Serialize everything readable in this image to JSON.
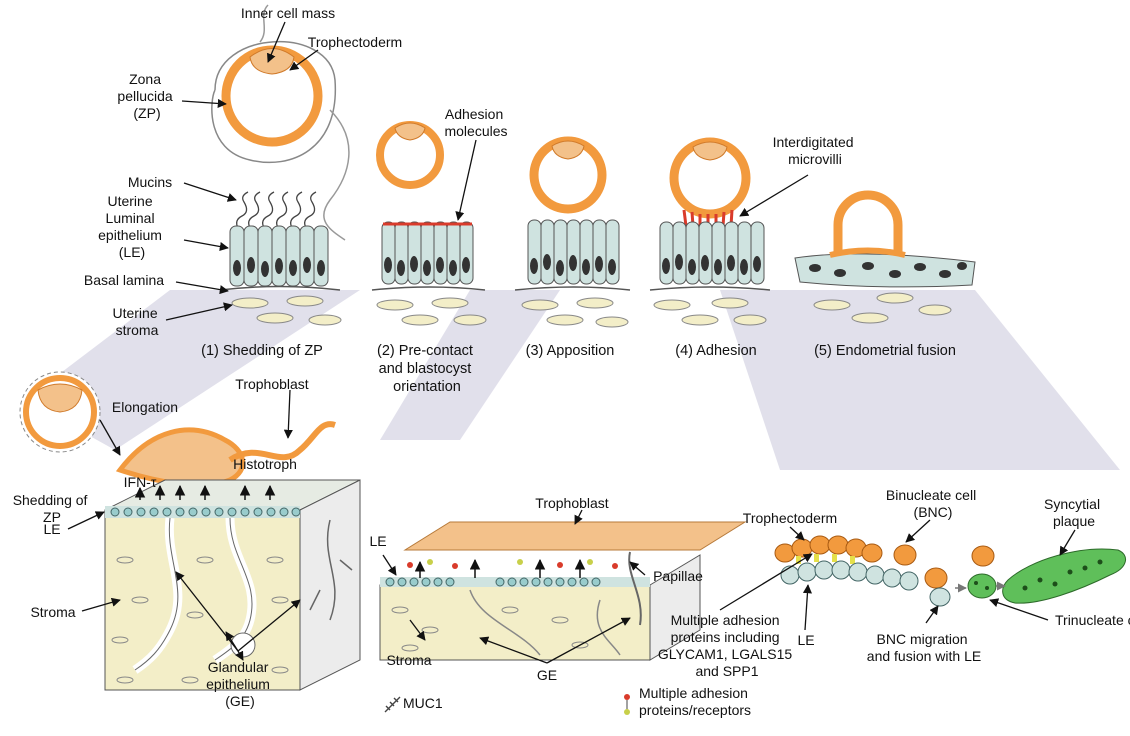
{
  "colors": {
    "trophectoderm": "#f29a3e",
    "inner_cell_mass": "#f3c18a",
    "epithelium": "#cfe3e0",
    "nucleus": "#333333",
    "stroma": "#f3eec8",
    "projection": "#dcdbe8",
    "syncytial": "#5fbf5a",
    "adhesion": "#d93b2b"
  },
  "top_labels": {
    "inner_cell_mass": "Inner cell mass",
    "trophectoderm": "Trophectoderm",
    "zona_pellucida": [
      "Zona",
      "pellucida",
      "(ZP)"
    ],
    "adhesion_molecules": [
      "Adhesion",
      "molecules"
    ],
    "interdigitated_microvilli": [
      "Interdigitated",
      "microvilli"
    ],
    "mucins": "Mucins",
    "uterine_le": [
      "Uterine",
      "Luminal",
      "epithelium",
      "(LE)"
    ],
    "basal_lamina": "Basal lamina",
    "uterine_stroma": [
      "Uterine",
      "stroma"
    ]
  },
  "stages": [
    {
      "lines": [
        "(1) Shedding of ZP"
      ]
    },
    {
      "lines": [
        "(2) Pre-contact",
        "and blastocyst",
        "orientation"
      ]
    },
    {
      "lines": [
        "(3) Apposition"
      ]
    },
    {
      "lines": [
        "(4) Adhesion"
      ]
    },
    {
      "lines": [
        "(5) Endometrial fusion"
      ]
    }
  ],
  "left_panel": {
    "elongation": "Elongation",
    "trophoblast": "Trophoblast",
    "shedding_of_zp": [
      "Shedding of",
      "ZP"
    ],
    "ifn_tau": "IFN-τ",
    "histotroph": "Histotroph",
    "le": "LE",
    "stroma": "Stroma",
    "glandular_epithelium": [
      "Glandular",
      "epithelium",
      "(GE)"
    ]
  },
  "middle_panel": {
    "trophoblast": "Trophoblast",
    "le": "LE",
    "papillae": "Papillae",
    "stroma": "Stroma",
    "ge": "GE"
  },
  "right_panel": {
    "trophectoderm": "Trophectoderm",
    "binucleate_cell": [
      "Binucleate cell",
      "(BNC)"
    ],
    "syncytial_plaque": [
      "Syncytial",
      "plaque"
    ],
    "multiple_adhesion": [
      "Multiple adhesion",
      "proteins including",
      "GLYCAM1, LGALS15",
      "and SPP1"
    ],
    "le": "LE",
    "bnc_migration": [
      "BNC migration",
      "and fusion with LE"
    ],
    "trinucleate_cell": "Trinucleate cell"
  },
  "legend": {
    "muc1": "MUC1",
    "adhesion_receptors": [
      "Multiple adhesion",
      "proteins/receptors"
    ]
  }
}
